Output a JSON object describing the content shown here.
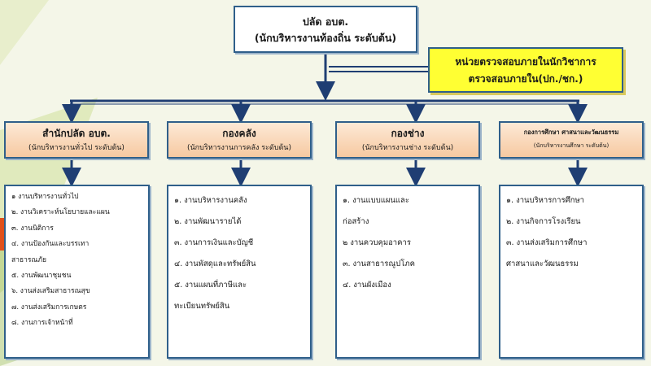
{
  "top": {
    "title": "ปลัด อบต.",
    "subtitle": "(นักบริหารงานท้องถิ่น ระดับต้น)"
  },
  "audit": {
    "line1": "หน่วยตรวจสอบภายในนักวิชาการ",
    "line2": "ตรวจสอบภายใน(ปก./ชก.)"
  },
  "departments": [
    {
      "title": "สำนักปลัด อบต.",
      "subtitle": "(นักบริหารงานทั่วไป  ระดับต้น)",
      "items": [
        "๑ งานบริหารงานทั่วไป",
        "๒. งานวิเคราะห์นโยบายและแผน",
        "๓. งานนิติการ",
        "๔. งานป้องกันและบรรเทา",
        "สาธารณภัย",
        "๕. งานพัฒนาชุมชน",
        "๖. งานส่งเสริมสาธารณสุข",
        "๗. งานส่งเสริมการเกษตร",
        "๘. งานการเจ้าหน้าที่"
      ]
    },
    {
      "title": "กองคลัง",
      "subtitle": "(นักบริหารงานการคลัง ระดับต้น)",
      "items": [
        "๑. งานบริหารงานคลัง",
        "๒. งานพัฒนารายได้",
        "๓. งานการเงินและบัญชี",
        "๔. งานพัสดุและทรัพย์สิน",
        "๕. งานแผนที่ภาษีและ",
        "ทะเบียนทรัพย์สิน"
      ]
    },
    {
      "title": "กองช่าง",
      "subtitle": "(นักบริหารงานช่าง ระดับต้น)",
      "items": [
        "๑. งานแบบแผนและ",
        "ก่อสร้าง",
        "๒ งานควบคุมอาคาร",
        "๓. งานสาธารณูปโภค",
        "๔. งานผังเมือง"
      ]
    },
    {
      "title": "กองการศึกษา ศาสนาและวัฒนธรรม",
      "subtitle": "(นักบริหารงานศึกษา ระดับต้น)",
      "items": [
        "๑. งานบริหารการศึกษา",
        "๒. งานกิจการโรงเรียน",
        "๓.  งานส่งเสริมการศึกษา",
        "ศาสนาและวัฒนธรรม"
      ]
    }
  ],
  "colors": {
    "connector": "#1f3e73",
    "audit_fill": "#ffff33",
    "dept_fill": "#f6c9a1"
  }
}
